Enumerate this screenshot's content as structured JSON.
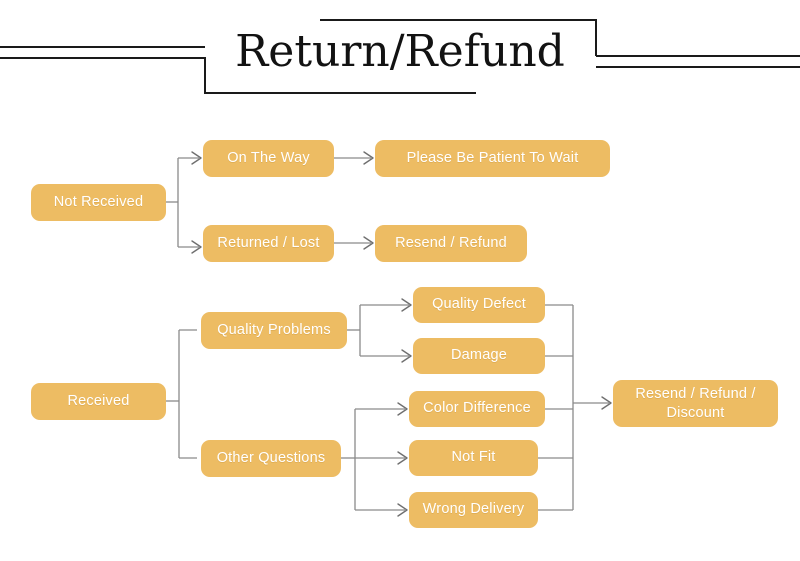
{
  "header": {
    "title": "Return/Refund",
    "rule_color": "#1a1a1a"
  },
  "theme": {
    "node_fill": "#edbc63",
    "node_text": "#ffffff",
    "connector": "#808080",
    "background": "#ffffff"
  },
  "flow": {
    "branches": [
      {
        "root": "Not Received",
        "steps": [
          {
            "stage": "On The Way",
            "outcome": "Please Be Patient To Wait"
          },
          {
            "stage": "Returned / Lost",
            "outcome": "Resend / Refund"
          }
        ]
      },
      {
        "root": "Received",
        "groups": [
          {
            "label": "Quality Problems",
            "reasons": [
              "Quality Defect",
              "Damage"
            ]
          },
          {
            "label": "Other Questions",
            "reasons": [
              "Color Difference",
              "Not Fit",
              "Wrong Delivery"
            ]
          }
        ],
        "outcome_line1": "Resend / Refund /",
        "outcome_line2": "Discount"
      }
    ]
  },
  "nodes": {
    "not_received": "Not Received",
    "on_the_way": "On The Way",
    "please_wait": "Please Be Patient To Wait",
    "returned_lost": "Returned / Lost",
    "resend_refund": "Resend / Refund",
    "received": "Received",
    "quality_problems": "Quality Problems",
    "other_questions": "Other Questions",
    "quality_defect": "Quality Defect",
    "damage": "Damage",
    "color_difference": "Color Difference",
    "not_fit": "Not Fit",
    "wrong_delivery": "Wrong Delivery",
    "resend_refund_discount_l1": "Resend / Refund /",
    "resend_refund_discount_l2": "Discount"
  }
}
